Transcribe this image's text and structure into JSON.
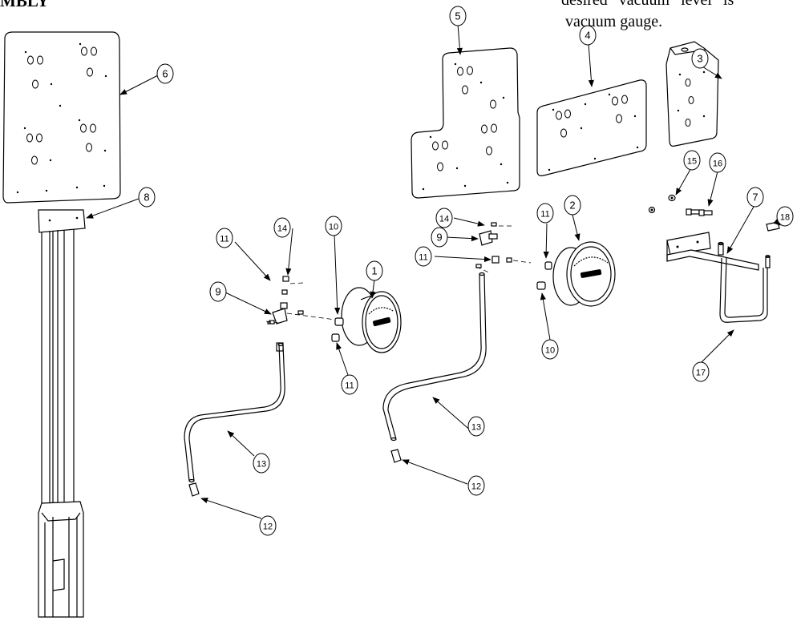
{
  "header": {
    "title_fragment": "MBLY",
    "note_line1": "desired vacuum level is",
    "note_line2": "vacuum gauge."
  },
  "callouts": [
    "1",
    "2",
    "3",
    "4",
    "5",
    "6",
    "7",
    "8",
    "9",
    "10",
    "11",
    "12",
    "13",
    "14",
    "15",
    "16",
    "17",
    "18"
  ]
}
